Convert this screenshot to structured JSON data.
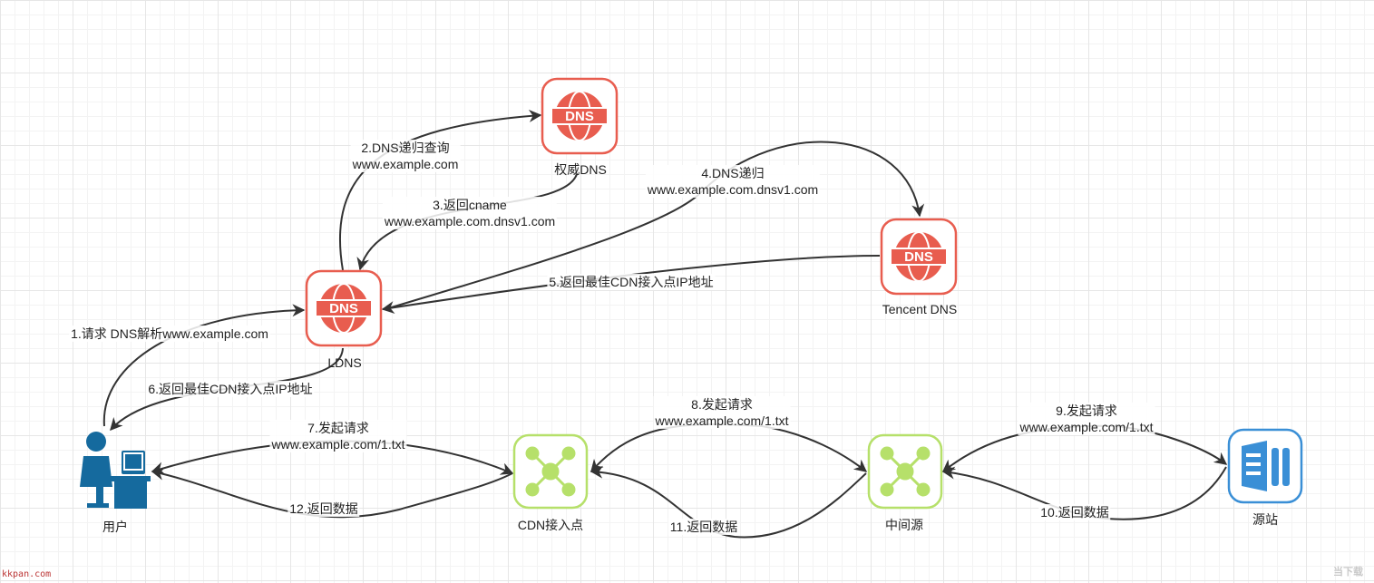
{
  "colors": {
    "dns_red": "#e85d4f",
    "cdn_green": "#b6e06a",
    "origin_blue": "#3a8fd6",
    "user_blue": "#156a9e",
    "arrow": "#333333"
  },
  "nodes": {
    "authoritative_dns": {
      "caption": "权威DNS",
      "icon_text": "DNS",
      "icon": "dns-globe-icon"
    },
    "tencent_dns": {
      "caption": "Tencent DNS",
      "icon_text": "DNS",
      "icon": "dns-globe-icon"
    },
    "ldns": {
      "caption": "LDNS",
      "icon_text": "DNS",
      "icon": "dns-globe-icon"
    },
    "user": {
      "caption": "用户",
      "icon": "user-at-computer-icon"
    },
    "cdn_edge": {
      "caption": "CDN接入点",
      "icon": "network-hub-icon"
    },
    "middle_source": {
      "caption": "中间源",
      "icon": "network-hub-icon"
    },
    "origin": {
      "caption": "源站",
      "icon": "origin-server-icon"
    }
  },
  "edges": {
    "step1": {
      "line1": "1.请求 DNS解析www.example.com"
    },
    "step2": {
      "line1": "2.DNS递归查询",
      "line2": "www.example.com"
    },
    "step3": {
      "line1": "3.返回cname",
      "line2": "www.example.com.dnsv1.com"
    },
    "step4": {
      "line1": "4.DNS递归",
      "line2": "www.example.com.dnsv1.com"
    },
    "step5": {
      "line1": "5.返回最佳CDN接入点IP地址"
    },
    "step6": {
      "line1": "6.返回最佳CDN接入点IP地址"
    },
    "step7": {
      "line1": "7.发起请求",
      "line2": "www.example.com/1.txt"
    },
    "step8": {
      "line1": "8.发起请求",
      "line2": "www.example.com/1.txt"
    },
    "step9": {
      "line1": "9.发起请求",
      "line2": "www.example.com/1.txt"
    },
    "step10": {
      "line1": "10.返回数据"
    },
    "step11": {
      "line1": "11.返回数据"
    },
    "step12": {
      "line1": "12.返回数据"
    }
  },
  "watermark": {
    "left": "kkpan.com",
    "right": "当下载"
  }
}
